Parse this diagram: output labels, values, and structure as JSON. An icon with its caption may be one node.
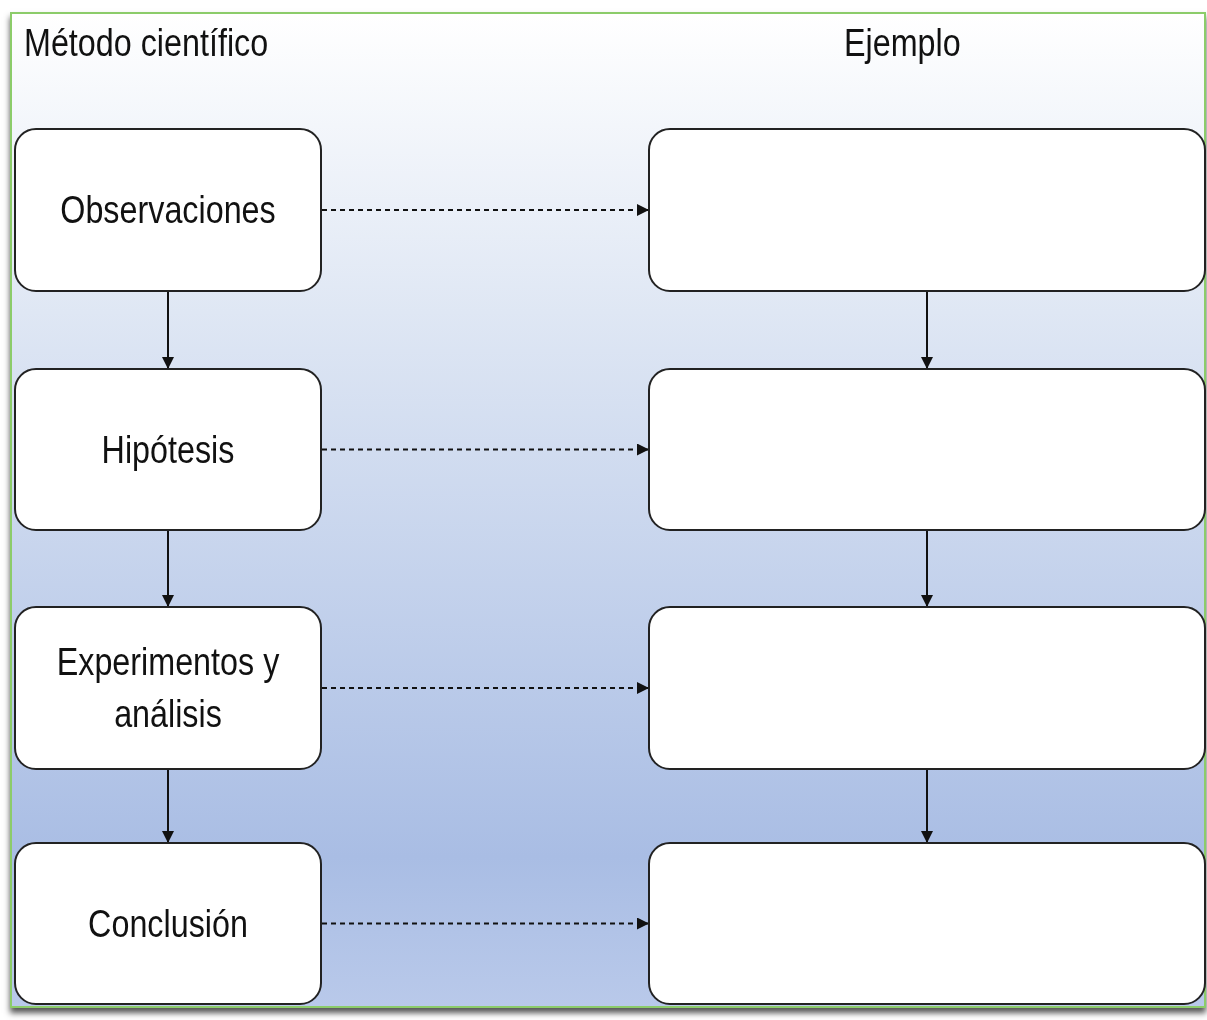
{
  "diagram": {
    "nodes": [
      {
        "text": [
          "Método científico",
          "Ejemplo"
        ]
      },
      {
        "text": [
          "Observaciones"
        ],
        "in": 0
      },
      {
        "text": [
          "Hipótesis"
        ],
        "in": 0
      },
      {
        "text": [
          "Experimentos y análisis"
        ],
        "in": 0
      },
      {
        "text": [
          "Conclusión"
        ],
        "in": 0
      },
      {
        "text": [],
        "shape": "box",
        "in": 0
      },
      {
        "text": [],
        "shape": "box",
        "in": 0
      },
      {
        "text": [],
        "shape": "box",
        "in": 0
      },
      {
        "text": [],
        "shape": "box",
        "in": 0
      }
    ],
    "edges": [
      {
        "from": 1,
        "to": 2,
        "arrow": "to"
      },
      {
        "from": 2,
        "to": 3,
        "arrow": "to"
      },
      {
        "from": 3,
        "to": 4,
        "arrow": "to"
      },
      {
        "from": 5,
        "to": 6,
        "arrow": "to"
      },
      {
        "from": 6,
        "to": 7,
        "arrow": "to"
      },
      {
        "from": 7,
        "to": 8,
        "arrow": "to"
      },
      {
        "from": 1,
        "to": 5,
        "arrow": "to",
        "style": "dashed"
      },
      {
        "from": 2,
        "to": 6,
        "arrow": "to",
        "style": "dashed"
      },
      {
        "from": 3,
        "to": 7,
        "arrow": "to",
        "style": "dashed"
      },
      {
        "from": 4,
        "to": 8,
        "arrow": "to",
        "style": "dashed"
      }
    ]
  }
}
